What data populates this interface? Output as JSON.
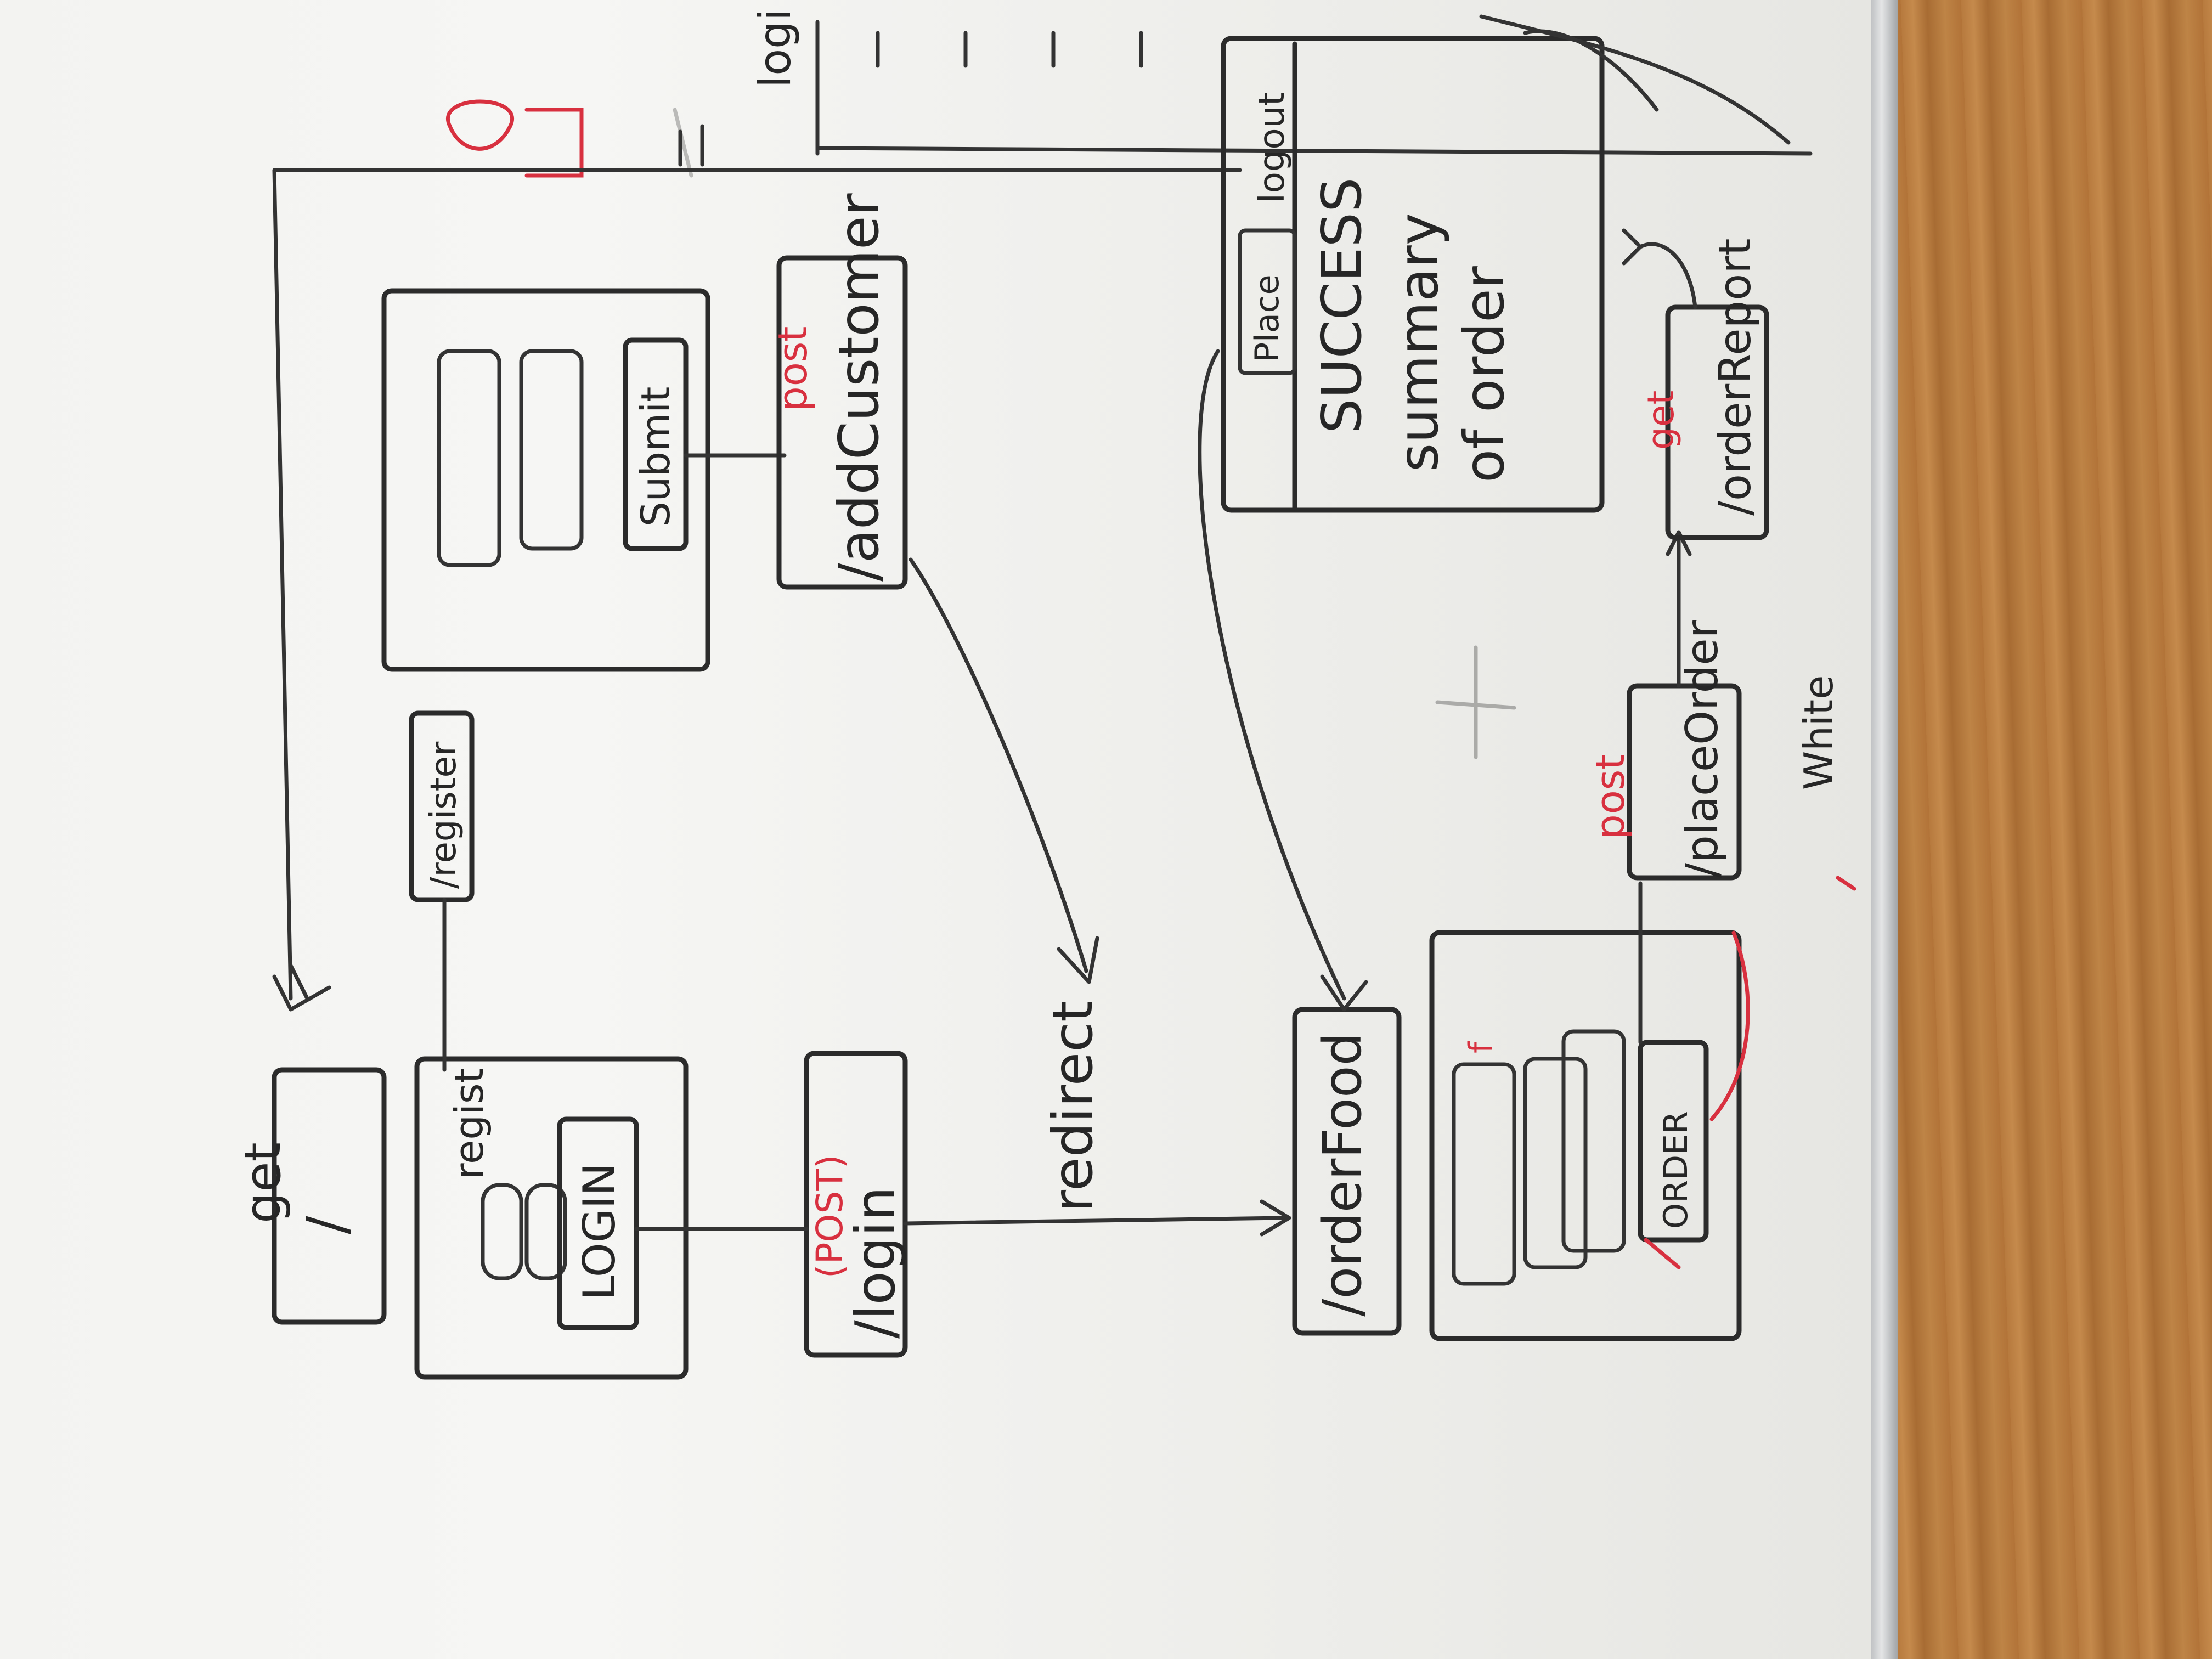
{
  "diagram": {
    "root_page": {
      "method": "get",
      "route": "/"
    },
    "login_page": {
      "link_text": "regist",
      "button_text": "LOGIN"
    },
    "register_link": {
      "route": "/register"
    },
    "register_page": {
      "button_text": "Submit"
    },
    "add_customer": {
      "method": "post",
      "route": "/addCustomer"
    },
    "login_route": {
      "method": "(POST)",
      "route": "/login"
    },
    "redirect_label": "redirect",
    "order_food": {
      "route": "/orderFood"
    },
    "order_form": {
      "button_text": "ORDER",
      "mark": "f"
    },
    "place_order": {
      "method": "post",
      "route": "/placeOrder"
    },
    "order_report": {
      "method": "get",
      "route": "/orderReport"
    },
    "success_page": {
      "title": "SUCCESS",
      "line1": "summary",
      "line2": "of order",
      "tab_place": "Place",
      "tab_logout": "logout"
    },
    "white_label": "White",
    "top_right": {
      "login_text": "logi",
      "logout_text": "logout"
    },
    "colors": {
      "ink": "#2b2b2b",
      "red_ink": "#d8303f",
      "board": "#f3f3f1",
      "wood": "#b77a3e"
    }
  }
}
